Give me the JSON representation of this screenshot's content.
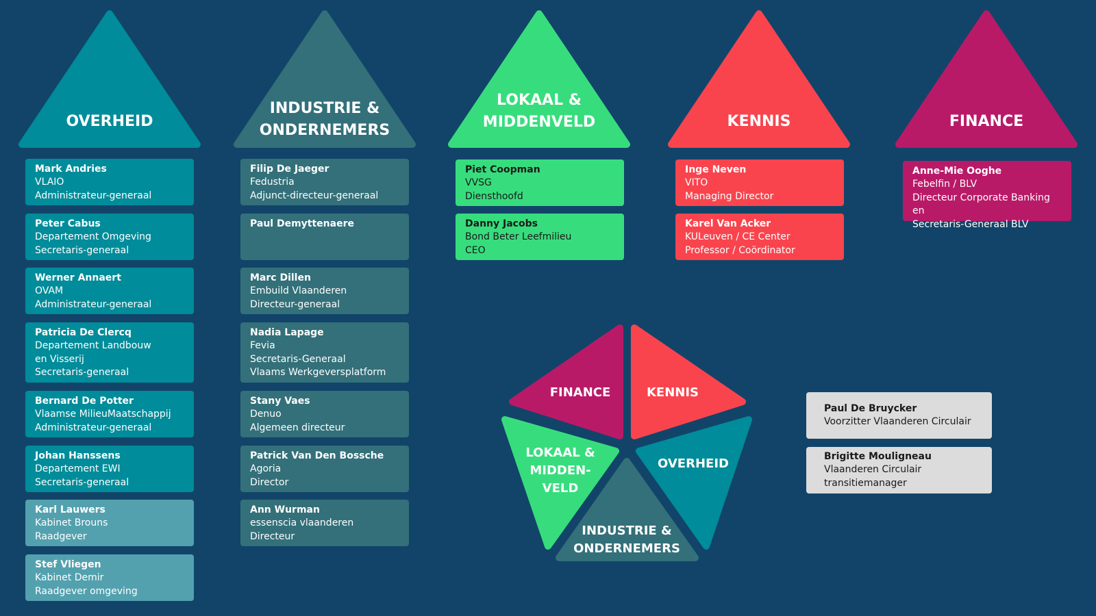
{
  "colors": {
    "background": "#124469",
    "overheid": "#008c9a",
    "overheid_light": "#53a1ae",
    "industrie": "#33707a",
    "lokaal": "#37dd7d",
    "kennis": "#f9444e",
    "finance": "#b91a68",
    "neutral": "#dcdcdc"
  },
  "columns": [
    {
      "key": "overheid",
      "title": "OVERHEID",
      "members": [
        {
          "name": "Mark Andries",
          "lines": [
            "VLAIO",
            "Administrateur-generaal"
          ]
        },
        {
          "name": "Peter Cabus",
          "lines": [
            "Departement Omgeving",
            "Secretaris-generaal"
          ]
        },
        {
          "name": "Werner Annaert",
          "lines": [
            "OVAM",
            "Administrateur-generaal"
          ]
        },
        {
          "name": "Patricia De Clercq",
          "lines": [
            "Departement Landbouw",
            "en Visserij",
            "Secretaris-generaal"
          ]
        },
        {
          "name": "Bernard De Potter",
          "lines": [
            "Vlaamse MilieuMaatschappij",
            "Administrateur-generaal"
          ]
        },
        {
          "name": "Johan Hanssens",
          "lines": [
            "Departement EWI",
            "Secretaris-generaal"
          ]
        },
        {
          "name": "Karl Lauwers",
          "lines": [
            "Kabinet Brouns",
            "Raadgever"
          ]
        },
        {
          "name": "Stef Vliegen",
          "lines": [
            "Kabinet Demir",
            "Raadgever omgeving"
          ]
        }
      ]
    },
    {
      "key": "industrie",
      "title": "INDUSTRIE &\nONDERNEMERS",
      "members": [
        {
          "name": "Filip De Jaeger",
          "lines": [
            "Fedustria",
            "Adjunct-directeur-generaal"
          ]
        },
        {
          "name": "Paul Demyttenaere",
          "lines": []
        },
        {
          "name": "Marc Dillen",
          "lines": [
            "Embuild Vlaanderen",
            "Directeur-generaal"
          ]
        },
        {
          "name": "Nadia Lapage",
          "lines": [
            "Fevia",
            "Secretaris-Generaal",
            "Vlaams Werkgeversplatform"
          ]
        },
        {
          "name": "Stany Vaes",
          "lines": [
            "Denuo",
            "Algemeen directeur"
          ]
        },
        {
          "name": "Patrick Van Den Bossche",
          "lines": [
            "Agoria",
            "Director"
          ]
        },
        {
          "name": "Ann Wurman",
          "lines": [
            "essenscia vlaanderen",
            "Directeur"
          ]
        }
      ]
    },
    {
      "key": "lokaal",
      "title": "LOKAAL &\nMIDDENVELD",
      "members": [
        {
          "name": "Piet Coopman",
          "lines": [
            "VVSG",
            "Diensthoofd"
          ]
        },
        {
          "name": "Danny Jacobs",
          "lines": [
            "Bond Beter Leefmilieu",
            "CEO"
          ]
        }
      ]
    },
    {
      "key": "kennis",
      "title": "KENNIS",
      "members": [
        {
          "name": "Inge Neven",
          "lines": [
            "VITO",
            "Managing Director"
          ]
        },
        {
          "name": "Karel Van Acker",
          "lines": [
            "KULeuven / CE Center",
            "Professor / Coördinator"
          ]
        }
      ]
    },
    {
      "key": "finance",
      "title": "FINANCE",
      "members": [
        {
          "name": "Anne-Mie Ooghe",
          "lines": [
            "Febelfin / BLV",
            "Directeur Corporate Banking en",
            "Secretaris-Generaal BLV"
          ]
        }
      ]
    }
  ],
  "pentagon": {
    "finance": "FINANCE",
    "kennis": "KENNIS",
    "lokaal": "LOKAAL &\nMIDDEN-\nVELD",
    "overheid": "OVERHEID",
    "industrie": "INDUSTRIE &\nONDERNEMERS"
  },
  "coordinators": [
    {
      "name": "Paul De Bruycker",
      "lines": [
        "Voorzitter Vlaanderen Circulair"
      ]
    },
    {
      "name": "Brigitte Mouligneau",
      "lines": [
        "Vlaanderen Circulair",
        "transitiemanager"
      ]
    }
  ]
}
